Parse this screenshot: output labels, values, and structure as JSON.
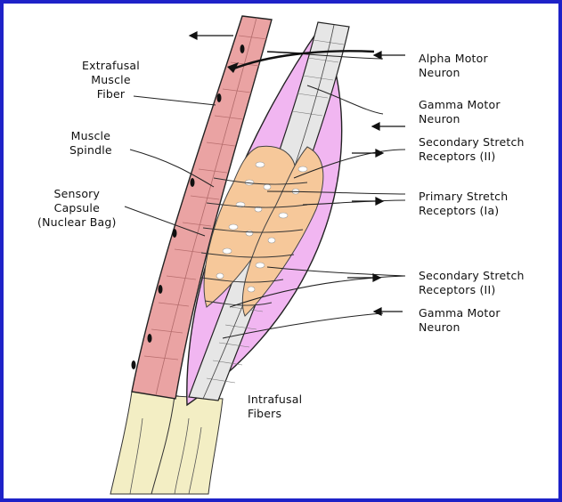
{
  "labels": {
    "extrafusal": "Extrafusal\nMuscle\nFiber",
    "spindle": "Muscle\nSpindle",
    "capsule": "Sensory\nCapsule\n(Nuclear Bag)",
    "alpha": "Alpha Motor\nNeuron",
    "gamma_top": "Gamma Motor\nNeuron",
    "secondary_top": "Secondary Stretch\nReceptors (II)",
    "primary": "Primary Stretch\nReceptors (Ia)",
    "secondary_bottom": "Secondary Stretch\nReceptors (II)",
    "gamma_bottom": "Gamma Motor\nNeuron",
    "intrafusal": "Intrafusal\nFibers"
  },
  "colors": {
    "frame": "#1e22c8",
    "muscle": "#eaa3a3",
    "capsule": "#f1b6f1",
    "nuclear_bag": "#f6c89a",
    "tendon": "#f3eec4"
  }
}
